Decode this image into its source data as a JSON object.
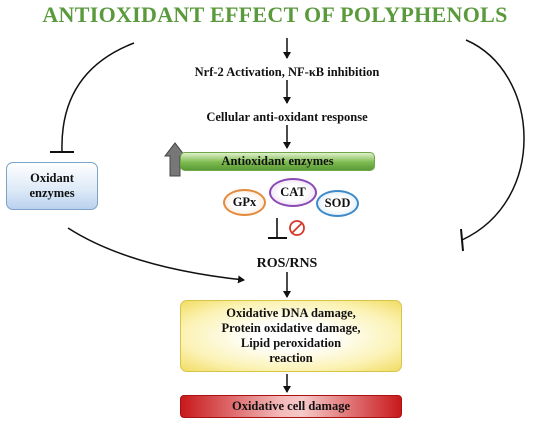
{
  "title": "ANTIOXIDANT EFFECT OF POLYPHENOLS",
  "steps": {
    "nrf2": "Nrf-2 Activation, NF-κB inhibition",
    "response": "Cellular anti-oxidant response",
    "antioxidant_enzymes": "Antioxidant enzymes",
    "ros": "ROS/RNS",
    "damage": [
      "Oxidative DNA damage,",
      "Protein oxidative damage,",
      "Lipid peroxidation",
      "reaction"
    ],
    "cell_damage": "Oxidative cell damage"
  },
  "enzymes": {
    "gpx": "GPx",
    "cat": "CAT",
    "sod": "SOD"
  },
  "oxidant_enzymes": [
    "Oxidant",
    "enzymes"
  ],
  "colors": {
    "title": "#5a9a3c",
    "green": "#7dbb4f",
    "yellow": "#f2dc63",
    "red": "#c8191c",
    "gpx": "#e38a3c",
    "cat": "#8b49b5",
    "sod": "#3d89c9",
    "no_symbol": "#d33a2c"
  },
  "icons": {
    "up": "up-arrow-icon",
    "no": "no-symbol-icon"
  }
}
